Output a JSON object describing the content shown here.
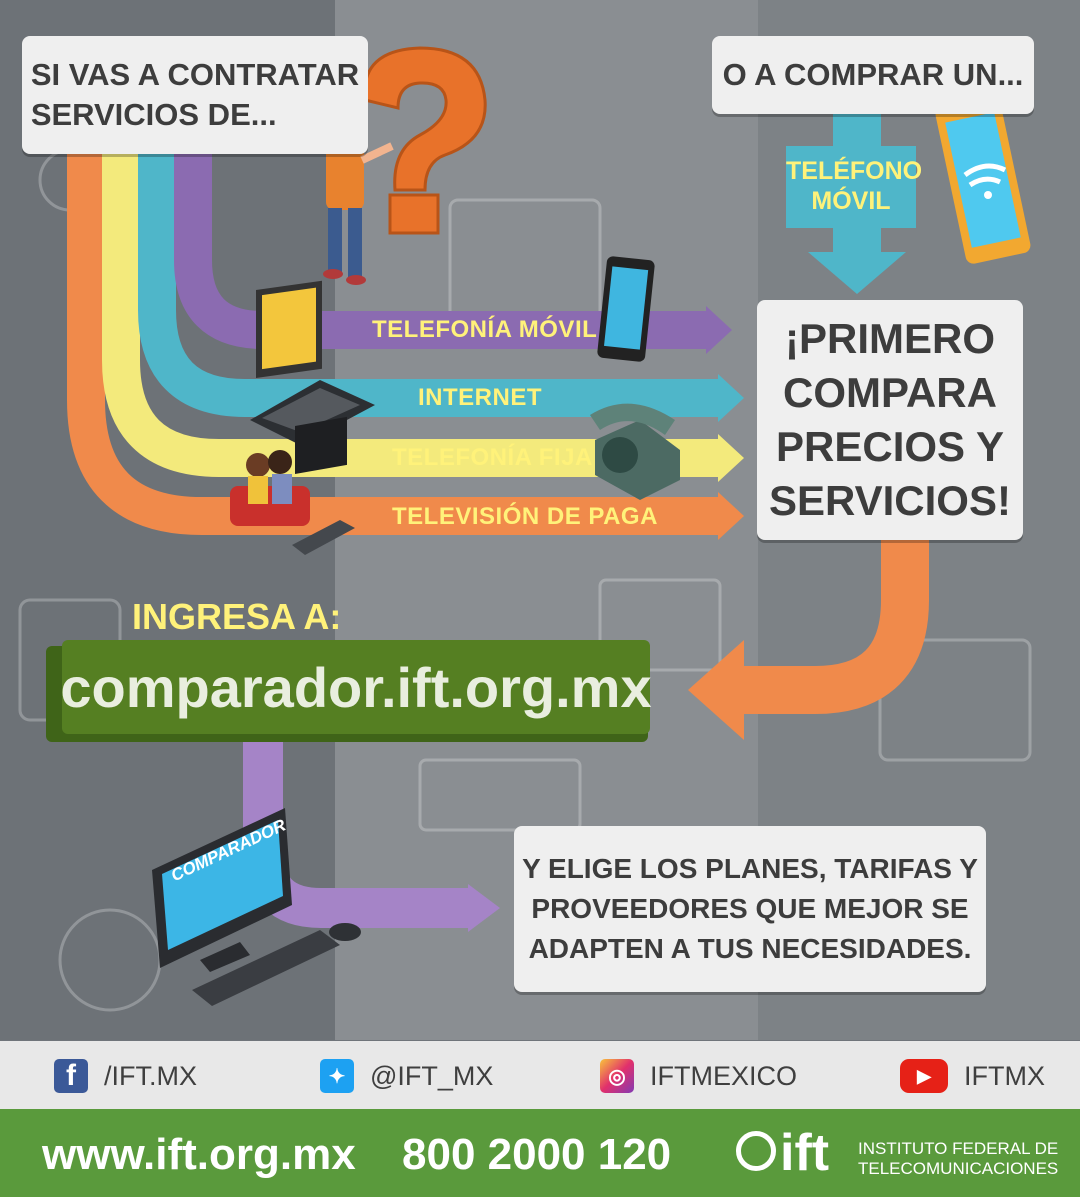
{
  "top_left_box": {
    "line1": "SI VAS A CONTRATAR",
    "line2": "SERVICIOS DE..."
  },
  "top_right_box": {
    "text": "O A COMPRAR UN..."
  },
  "mobile_label": {
    "line1": "TELÉFONO",
    "line2": "MÓVIL"
  },
  "services": [
    {
      "label": "TELEFONÍA MÓVIL",
      "color": "#8b6bb1"
    },
    {
      "label": "INTERNET",
      "color": "#4fb6c9"
    },
    {
      "label": "TELEFONÍA FIJA",
      "color": "#f3ea7c"
    },
    {
      "label": "TELEVISIÓN DE PAGA",
      "color": "#f08a4b"
    }
  ],
  "compare_box": {
    "line1": "¡PRIMERO",
    "line2": "COMPARA",
    "line3": "PRECIOS Y",
    "line4": "SERVICIOS!"
  },
  "ingresa_label": "INGRESA A:",
  "url_banner": "comparador.ift.org.mx",
  "computer_screen_label": "COMPARADOR",
  "choose_box": {
    "line1": "Y ELIGE LOS PLANES, TARIFAS Y",
    "line2": "PROVEEDORES QUE MEJOR SE",
    "line3": "ADAPTEN A TUS NECESIDADES."
  },
  "social": {
    "facebook": "/IFT.MX",
    "twitter": "@IFT_MX",
    "instagram": "IFTMEXICO",
    "youtube": "IFTMX"
  },
  "footer": {
    "website": "www.ift.org.mx",
    "phone": "800 2000 120",
    "logo_text": "ift",
    "org_line1": "INSTITUTO FEDERAL DE",
    "org_line2": "TELECOMUNICACIONES"
  },
  "colors": {
    "purple": "#8b6bb1",
    "cyan": "#4fb6c9",
    "yellow": "#f3ea7c",
    "orange": "#f08a4b",
    "green_banner": "#4f7a1f",
    "footer_green": "#5a9a3c",
    "label_yellow": "#fff27a"
  }
}
